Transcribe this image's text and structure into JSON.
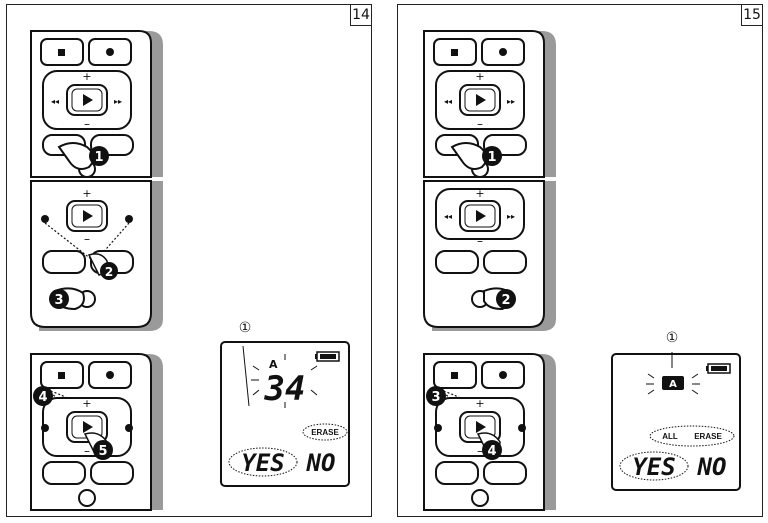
{
  "pages": [
    {
      "page_number": "14",
      "steps": [
        "1",
        "2",
        "3",
        "4",
        "5"
      ],
      "lcd": {
        "callout": "①",
        "folder": "A",
        "file_number": "34",
        "erase_label": "ERASE",
        "yes_label": "YES",
        "no_label": "NO"
      }
    },
    {
      "page_number": "15",
      "steps": [
        "1",
        "2",
        "3",
        "4"
      ],
      "lcd": {
        "callout": "①",
        "folder": "A",
        "all_label": "ALL",
        "erase_label": "ERASE",
        "yes_label": "YES",
        "no_label": "NO"
      }
    }
  ],
  "colors": {
    "ink": "#111111",
    "device_shade": "#9a9a9a",
    "paper": "#ffffff"
  },
  "icons": [
    "stop-icon",
    "record-icon",
    "play-icon",
    "rewind-icon",
    "fast-forward-icon",
    "plus-icon",
    "minus-icon",
    "pointing-hand-icon",
    "battery-icon",
    "folder-icon"
  ]
}
